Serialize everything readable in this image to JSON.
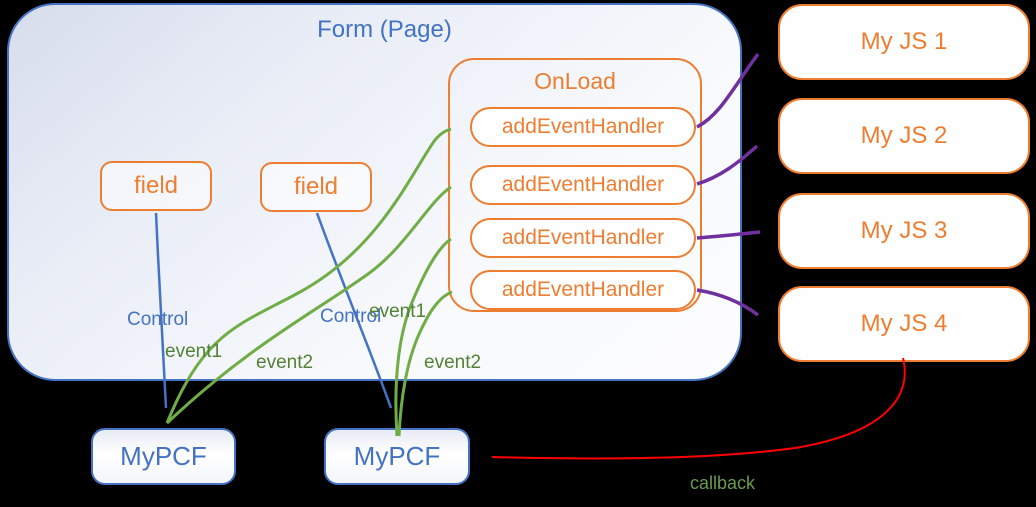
{
  "form": {
    "title": "Form (Page)"
  },
  "fields": [
    {
      "label": "field"
    },
    {
      "label": "field"
    }
  ],
  "onload": {
    "title": "OnLoad",
    "handlers": [
      {
        "label": "addEventHandler"
      },
      {
        "label": "addEventHandler"
      },
      {
        "label": "addEventHandler"
      },
      {
        "label": "addEventHandler"
      }
    ]
  },
  "js_modules": [
    {
      "label": "My JS 1"
    },
    {
      "label": "My JS 2"
    },
    {
      "label": "My JS 3"
    },
    {
      "label": "My JS 4"
    }
  ],
  "pcf_controls": [
    {
      "label": "MyPCF"
    },
    {
      "label": "MyPCF"
    }
  ],
  "edge_labels": {
    "control_left": "Control",
    "control_right": "Control",
    "event1_left": "event1",
    "event2_left": "event2",
    "event1_right": "event1",
    "event2_right": "event2",
    "callback": "callback"
  },
  "colors": {
    "orange": "#ED7D31",
    "blue": "#4472C4",
    "green_line": "#70AD47",
    "green_text": "#538135",
    "purple": "#7030A0",
    "red": "#FF0000",
    "background": "#000000"
  }
}
